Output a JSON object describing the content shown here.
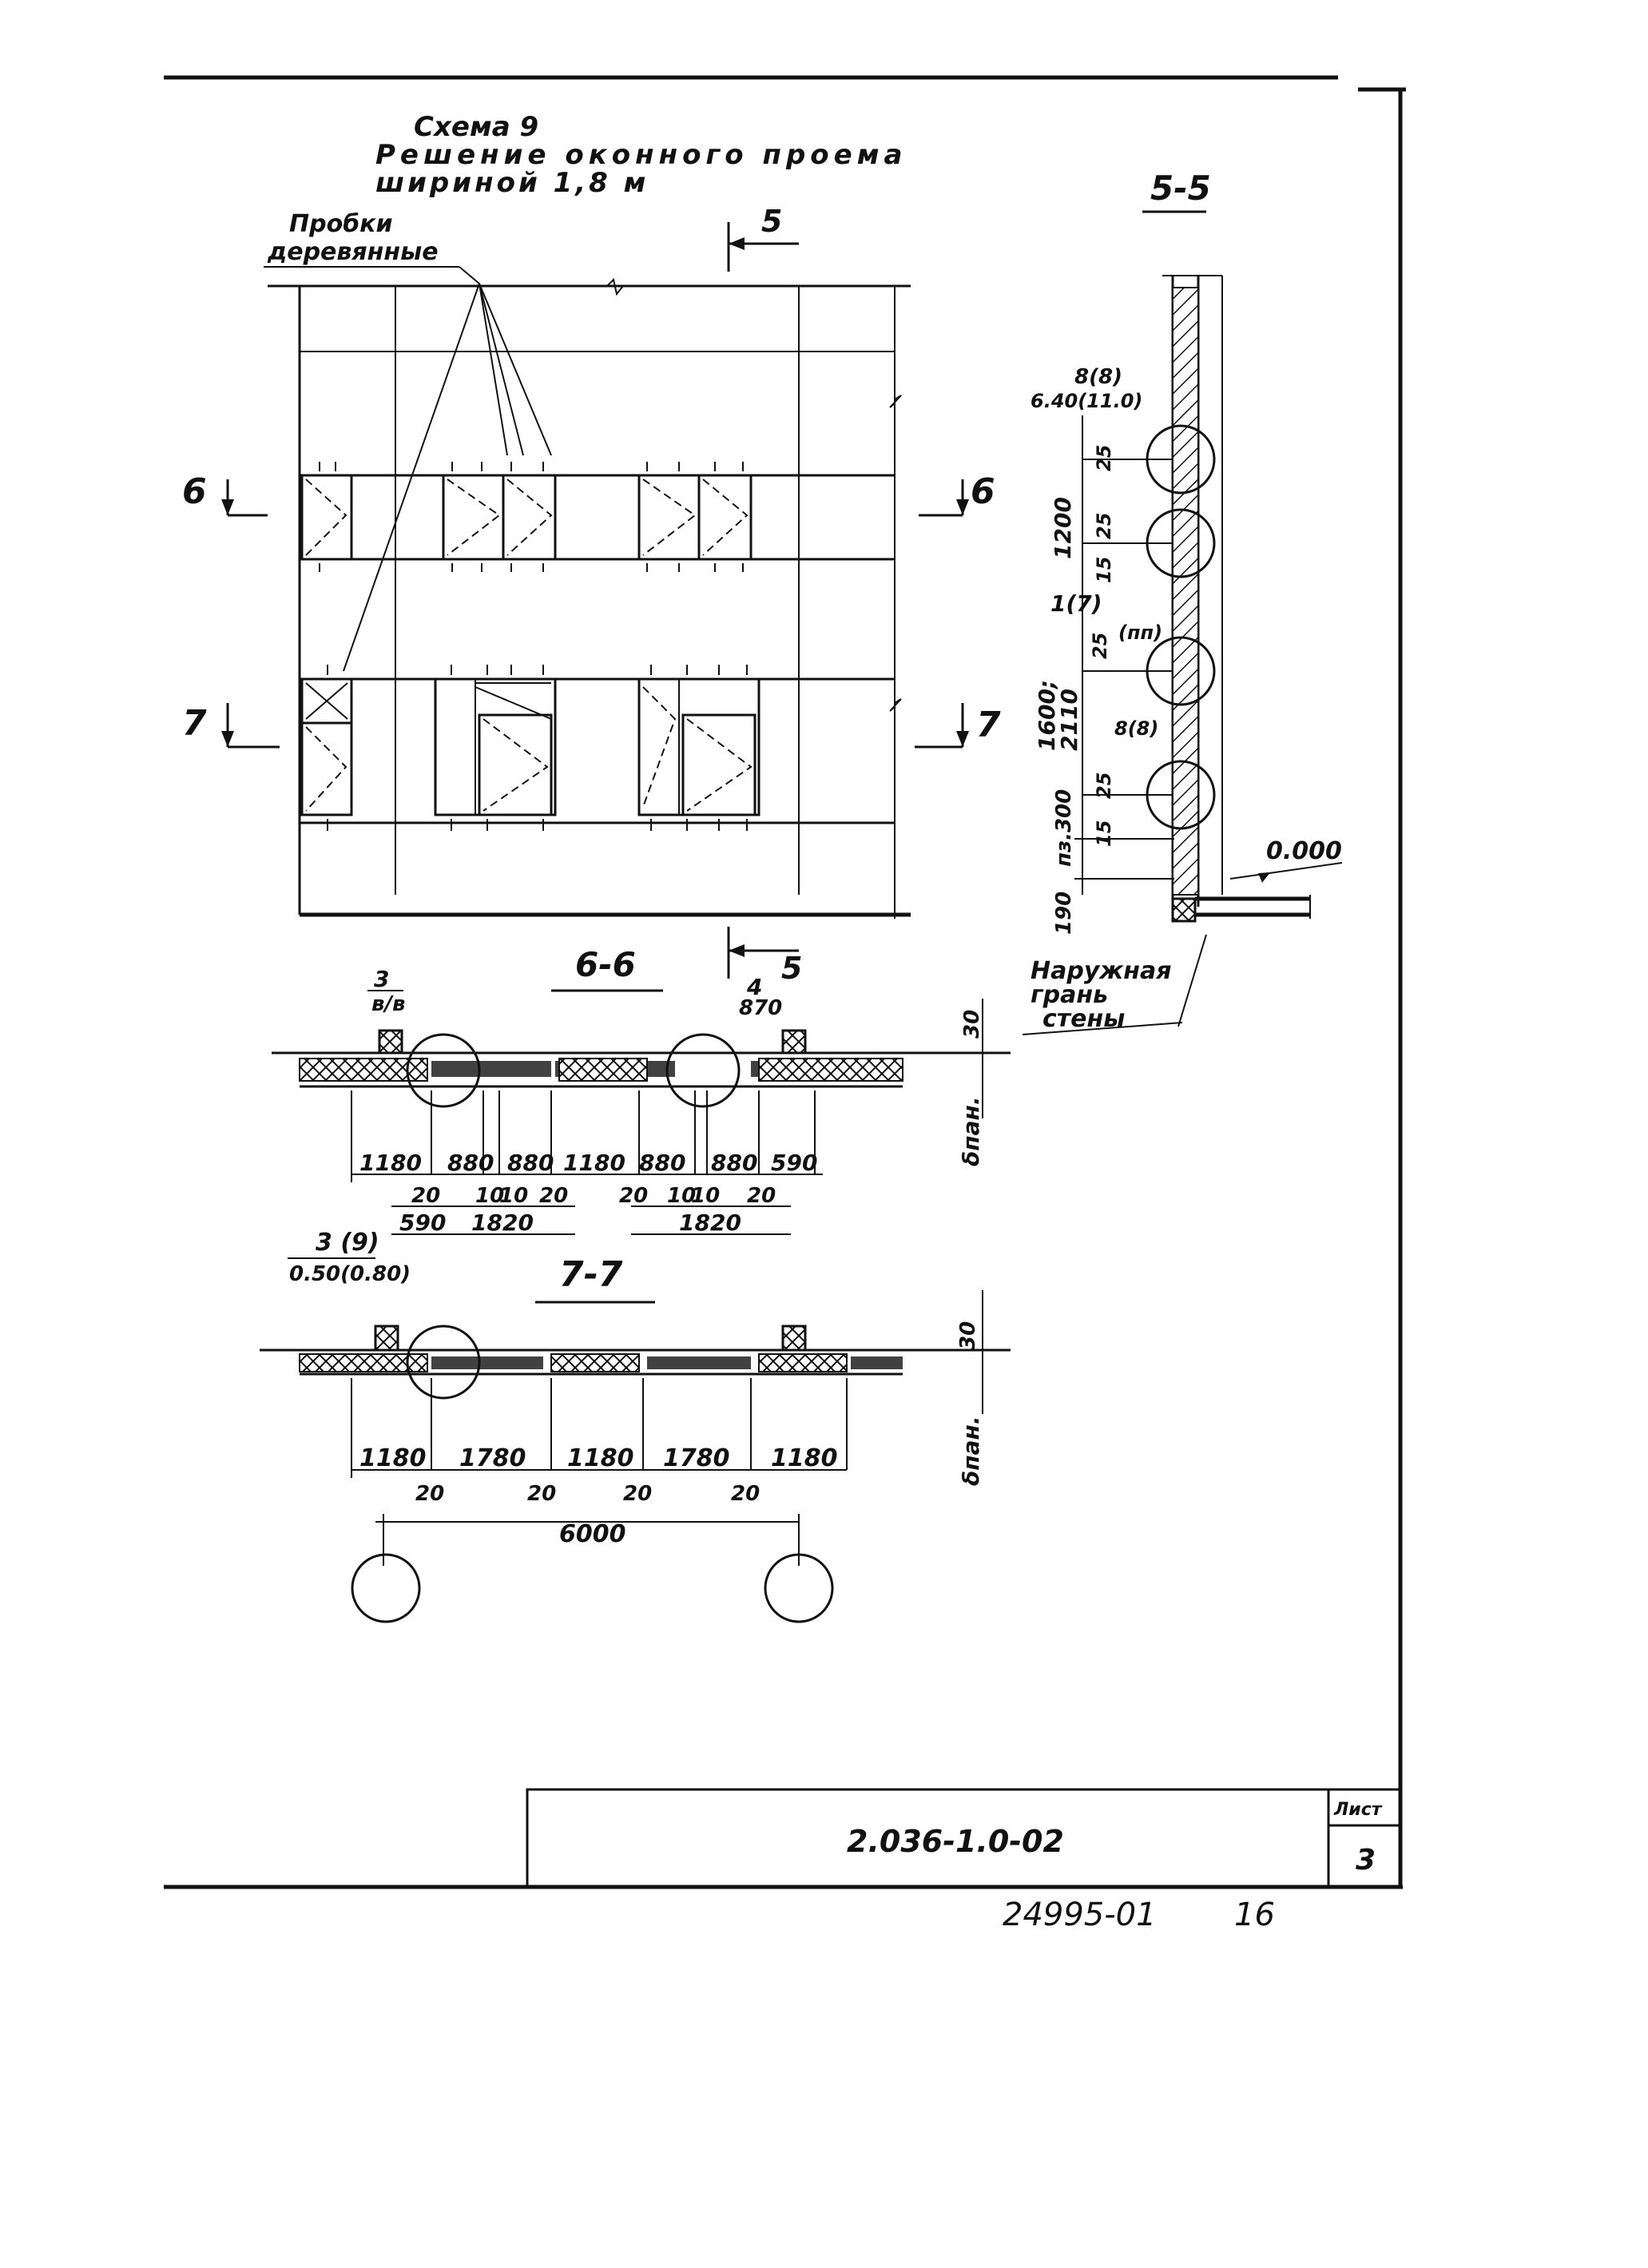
{
  "title": {
    "line1": "Схема 9",
    "line2": "Решение оконного проема",
    "line3": "шириной 1,8 м"
  },
  "callouts": {
    "plugs_line1": "Пробки",
    "plugs_line2": "деревянные",
    "outer_wall_1": "Наружная",
    "outer_wall_2": "грань",
    "outer_wall_3": "стены"
  },
  "section_marks": {
    "s5_top": "5",
    "s5_bottom": "5",
    "s6_left": "6",
    "s6_right": "6",
    "s7_left": "7",
    "s7_right": "7"
  },
  "section_titles": {
    "s55": "5-5",
    "s66": "6-6",
    "s77": "7-7"
  },
  "section_55": {
    "dims_vertical": [
      "1200",
      "1(7)",
      "1600;",
      "2110",
      "пз.300",
      "190"
    ],
    "marks": [
      "8(8)",
      "6.40(11.0)",
      "25",
      "25",
      "15",
      "(пп)",
      "25",
      "8(8)",
      "25",
      "15"
    ],
    "elev_label": "0.000"
  },
  "section_66": {
    "mark_left_top": "3",
    "mark_left_bottom": "в/в",
    "mark_right_top": "4",
    "mark_right_bottom": "870",
    "dim_right": "30",
    "wall_label": "δпан.",
    "dims_row1": [
      "1180",
      "880",
      "880",
      "1180",
      "880",
      "880",
      "590"
    ],
    "dims_row2": [
      "20",
      "10",
      "10",
      "20",
      "20",
      "10",
      "10",
      "20"
    ],
    "dims_row3": [
      "590",
      "1820",
      "1820"
    ]
  },
  "section_77": {
    "mark_top": "3 (9)",
    "mark_bottom": "0.50(0.80)",
    "dim_right": "30",
    "wall_label": "δпан.",
    "dims_row1": [
      "1180",
      "1780",
      "1180",
      "1780",
      "1180"
    ],
    "dims_row2": [
      "20",
      "20",
      "20",
      "20"
    ],
    "dims_total": "6000"
  },
  "title_block": {
    "doc_code": "2.036-1.0-02",
    "sheet_label": "Лист",
    "sheet_number": "3"
  },
  "footer": {
    "inventory": "24995-01",
    "page": "16"
  }
}
